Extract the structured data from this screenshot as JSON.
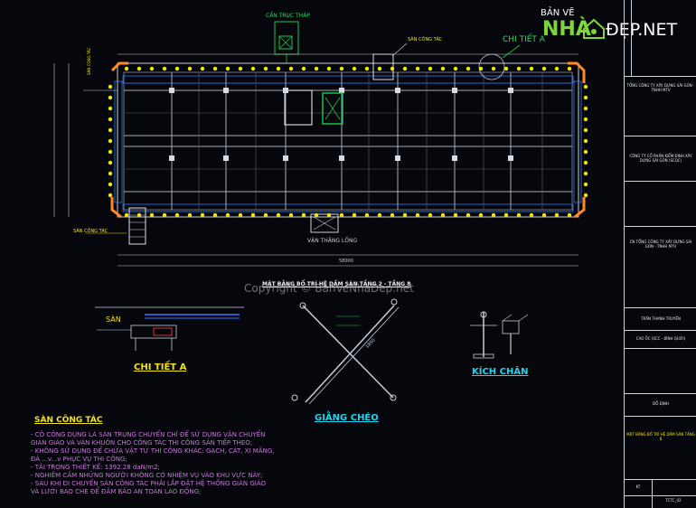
{
  "logo": {
    "prefix": "BẢN VẼ",
    "brand_left": "NHÀ",
    "brand_right": "ĐẸP.NET"
  },
  "watermark": "Copyright © BanVeNhaDep.net",
  "plan": {
    "crane_label": "CẨN TRỤC THÁP",
    "work_floor_label": "SÀN CÔNG TÁC",
    "detail_a_label": "CHI TIẾT A",
    "floor_label_left": "SÀN CÔNG TÁC",
    "floor_label_bottom": "SÀN CÔNG TÁC",
    "lift_label": "VẬN THĂNG LỒNG",
    "plan_title": "MẶT BẰNG BỐ TRÍ HỆ DẦM SÀN TẦNG 2 - TẦNG 8",
    "total_dim": "58000"
  },
  "details": {
    "detail_a": "CHI TIẾT A",
    "san": "SÀN",
    "cross_brace": "GIẰNG CHÉO",
    "jack": "KÍCH CHÂN",
    "brace_len": "1850"
  },
  "notes": {
    "title": "SÀN CÔNG TÁC",
    "lines": [
      "- CÓ CÔNG DỤNG LÀ SÀN TRUNG CHUYỂN CHỈ ĐỂ SỬ DỤNG VẬN CHUYỂN",
      "GIÀN GIÁO VÀ VÁN KHUÔN CHO CÔNG TÁC THI CÔNG SÀN TIẾP THEO;",
      "- KHÔNG SỬ DỤNG ĐỂ CHỨA VẬT TƯ THI CÔNG KHÁC: GẠCH, CÁT, XI MĂNG,",
      "ĐÁ ...v...v PHỤC VỤ THI CÔNG;",
      "- TẢI TRỌNG THIẾT KẾ: 1392.28 daN/m2;",
      "- NGHIÊM CẤM NHỮNG NGƯỜI KHÔNG CÓ NHIỆM VỤ VÀO KHU VỰC NÀY;",
      "- SAU KHI DI CHUYỂN SÀN CÔNG TÁC PHẢI LẮP ĐẶT HỆ THỐNG GIÀN GIÁO",
      "VÀ LƯỚI BAO CHE ĐỂ ĐẢM BẢO AN TOÀN LAO ĐỘNG;"
    ]
  },
  "title_block": {
    "owner": "TỔNG CÔNG TY XÂY DỰNG SÀI GÒN - TNHH MTV",
    "consultant": "CÔNG TY CỔ PHẦN KIỂM ĐỊNH XÂY DỰNG SÀI GÒN (SCQC)",
    "contractor": "CN TỔNG CÔNG TY XÂY DỰNG SÀI GÒN - TNHH MTV",
    "designer": "TRẦN THANH TRUYỀN",
    "project": "CAO ỐC (SCC - BÌNH QUỚI)",
    "checked": "ĐỖ ĐỊNH",
    "drawing_title": "MẶT BẰNG BỐ TRÍ HỆ DẦM SÀN TẦNG 8",
    "sheet_no": "TCTC_02",
    "sheet_label": "KT"
  }
}
